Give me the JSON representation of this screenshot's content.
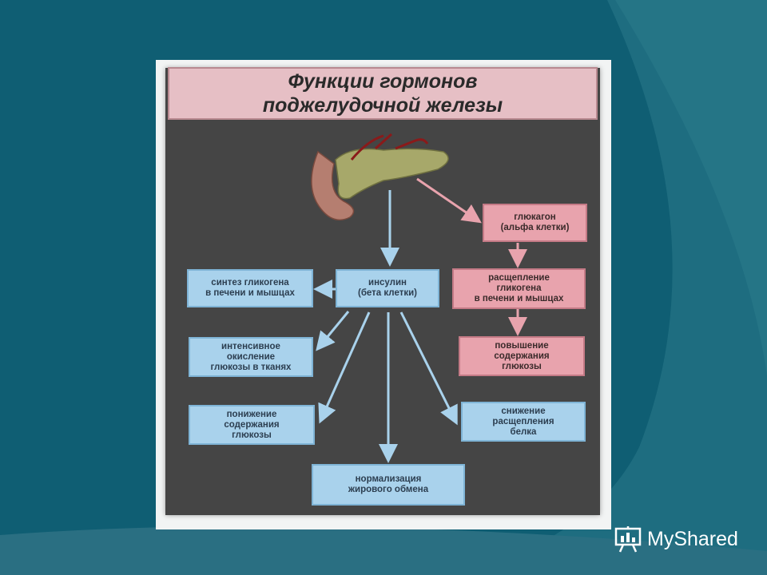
{
  "title": {
    "line1": "Функции гормонов",
    "line2": "поджелудочной железы"
  },
  "nodes": {
    "insulin": "инсулин\n(бета клетки)",
    "glucagon": "глюкагон\n(альфа клетки)",
    "glycogen_synthesis": "синтез гликогена\nв печени и мышцах",
    "glucose_oxidation": "интенсивное\nокисление\nглюкозы в тканях",
    "glucose_decrease": "понижение\nсодержания\nглюкозы",
    "fat_normalization": "нормализация\nжирового обмена",
    "protein_breakdown_decrease": "снижение\nрасщепления\nбелка",
    "glycogen_breakdown": "расщепление\nгликогена\nв печени и мышцах",
    "glucose_increase": "повышение\nсодержания\nглюкозы"
  },
  "colors": {
    "background": "#0f5e73",
    "board": "#454545",
    "blue_box": "#a9d2ec",
    "pink_box": "#e8a3ad",
    "title_band": "#e6bfc5"
  },
  "watermark": {
    "text": "MyShared",
    "icon": "presentation-board-icon"
  }
}
